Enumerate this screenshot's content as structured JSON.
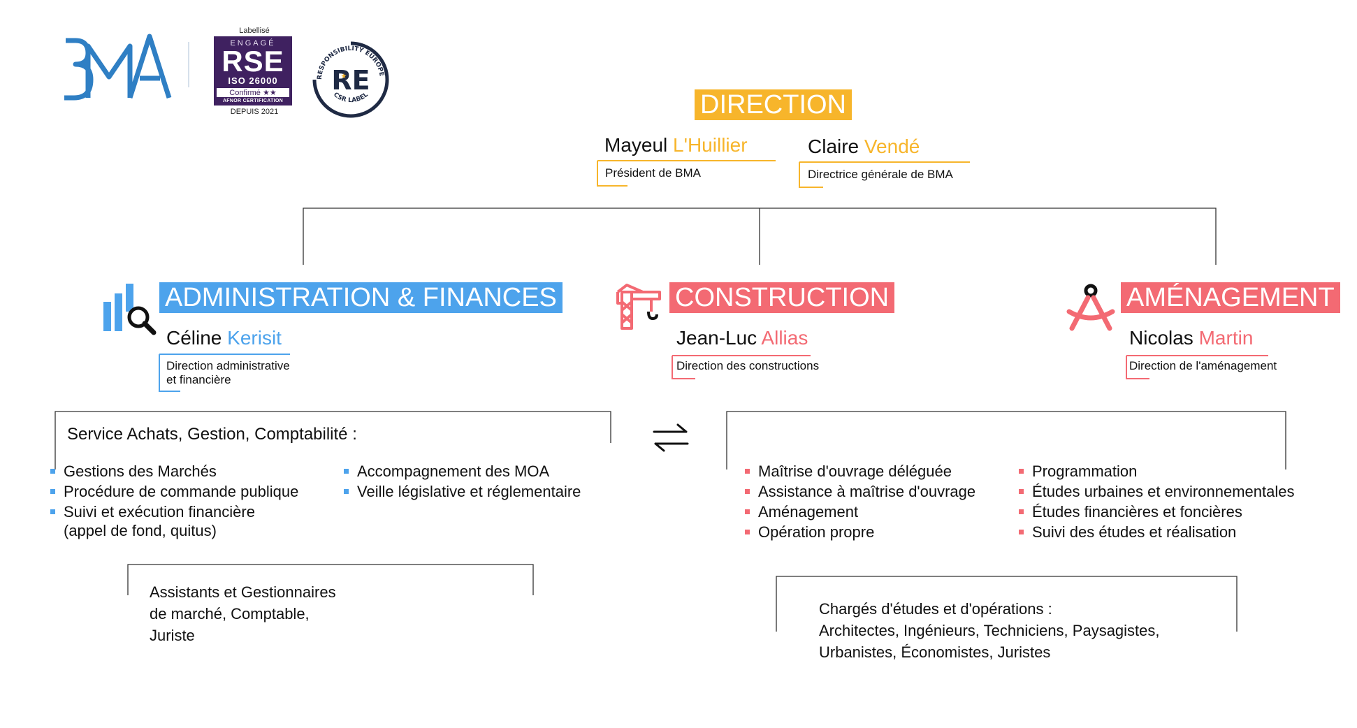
{
  "logos": {
    "bma_text": "BMA",
    "rse": {
      "label_top": "Labellisé",
      "engage": "ENGAGÉ",
      "main": "RSE",
      "iso": "ISO 26000",
      "confirme": "Confirmé ★★",
      "afnor": "AFNOR CERTIFICATION",
      "depuis": "DEPUIS 2021"
    },
    "re": {
      "center": "RE",
      "ring_top": "RESPONSIBILITY EUROPE",
      "ring_bottom": "CSR LABEL"
    }
  },
  "direction": {
    "title": "DIRECTION",
    "people": [
      {
        "first": "Mayeul",
        "last": "L'Huillier",
        "role": "Président de BMA"
      },
      {
        "first": "Claire",
        "last": "Vendé",
        "role": "Directrice générale de BMA"
      }
    ]
  },
  "admin": {
    "title": "ADMINISTRATION & FINANCES",
    "icon": "chart-magnifier-icon",
    "person": {
      "first": "Céline",
      "last": "Kerisit",
      "role_line1": "Direction administrative",
      "role_line2": "et financière"
    },
    "service_title": "Service Achats, Gestion, Comptabilité :",
    "list_left": [
      "Gestions des Marchés",
      "Procédure de commande publique",
      "Suivi et exécution financière"
    ],
    "list_left_note": "(appel de fond, quitus)",
    "list_right": [
      "Accompagnement des MOA",
      "Veille législative et réglementaire"
    ],
    "team": [
      "Assistants et Gestionnaires",
      "de marché, Comptable,",
      "Juriste"
    ]
  },
  "construction": {
    "title": "CONSTRUCTION",
    "icon": "crane-icon",
    "person": {
      "first": "Jean-Luc",
      "last": "Allias",
      "role": "Direction des constructions"
    }
  },
  "amenagement": {
    "title": "AMÉNAGEMENT",
    "icon": "compass-icon",
    "person": {
      "first": "Nicolas",
      "last": "Martin",
      "role": "Direction de l'aménagement"
    }
  },
  "shared": {
    "arrows_icon": "exchange-arrows-icon",
    "list_left": [
      "Maîtrise d'ouvrage déléguée",
      "Assistance à maîtrise d'ouvrage",
      "Aménagement",
      "Opération propre"
    ],
    "list_right": [
      "Programmation",
      "Études urbaines et environnementales",
      "Études financières et foncières",
      "Suivi des études et réalisation"
    ],
    "team": [
      "Chargés d'études et d'opérations :",
      "Architectes, Ingénieurs, Techniciens, Paysagistes,",
      "Urbanistes, Économistes, Juristes"
    ]
  },
  "colors": {
    "yellow": "#f7b52b",
    "blue": "#4da3ec",
    "red": "#f36a73",
    "purple": "#3f2160",
    "navy": "#1f2a44",
    "bma_blue": "#2f7fc4"
  }
}
